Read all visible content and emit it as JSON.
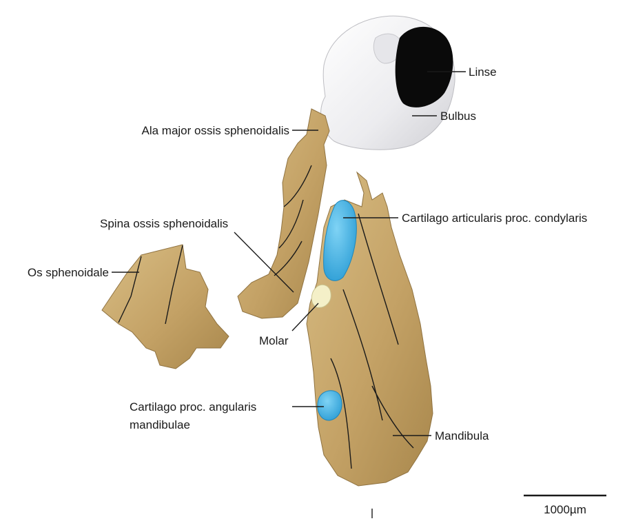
{
  "labels": {
    "linse": "Linse",
    "bulbus": "Bulbus",
    "ala_major": "Ala major ossis sphenoidalis",
    "spina": "Spina ossis sphenoidalis",
    "cartilago_articularis": "Cartilago articularis proc. condylaris",
    "os_sphenoidale": "Os sphenoidale",
    "molar": "Molar",
    "cartilago_angularis_line1": "Cartilago proc. angularis",
    "cartilago_angularis_line2": "mandibulae",
    "mandibula": "Mandibula"
  },
  "scale_bar": {
    "label": "1000µm"
  },
  "colors": {
    "bone": "#c9a86a",
    "bone_dark": "#a9874a",
    "cartilage": "#4db8e8",
    "bulbus": "#f0f0f2",
    "lens": "#0a0a0a",
    "molar": "#f4f0c8"
  }
}
